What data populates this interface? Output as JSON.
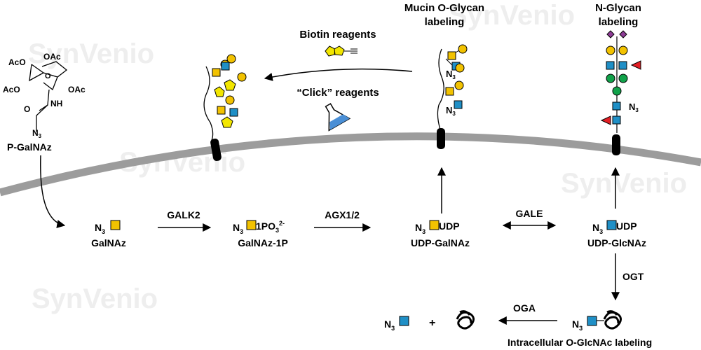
{
  "watermark": "SynVenio",
  "colors": {
    "galnac": "#f2c200",
    "glcnac": "#1f8fc6",
    "galactose": "#f2c200",
    "mannose": "#11a24a",
    "fucose": "#e31e24",
    "sialic": "#8e3c96",
    "membrane": "#9c9c9c",
    "flask": "#4a8fd6"
  },
  "reagent": {
    "name": "P-GalNAz",
    "ac1": "AcO",
    "ac2": "OAc",
    "ac3": "AcO",
    "ac4": "OAc",
    "nh": "NH",
    "o": "O",
    "ring_o": "O",
    "n3": "N",
    "n3_sub": "3"
  },
  "labels": {
    "mucin": [
      "Mucin O-Glycan",
      "labeling"
    ],
    "nglycan": [
      "N-Glycan",
      "labeling"
    ],
    "biotin": "Biotin reagents",
    "click": "“Click” reagents",
    "intracellular": "Intracellular O-GlcNAc labeling"
  },
  "nodes": {
    "galnaz": "GalNAz",
    "galnaz1p": "GalNAz-1P",
    "udpgalnaz": "UDP-GalNAz",
    "udpglcnaz": "UDP-GlcNAz",
    "n": "N",
    "three": "3",
    "udp": "UDP",
    "po": "1PO",
    "po_sub": "3",
    "po_sup": "2-",
    "dash": "–",
    "plus": "+"
  },
  "enzymes": {
    "galk2": "GALK2",
    "agx": "AGX1/2",
    "gale": "GALE",
    "ogt": "OGT",
    "oga": "OGA"
  },
  "glycan_labels": {
    "n3": "N",
    "sub": "3"
  }
}
